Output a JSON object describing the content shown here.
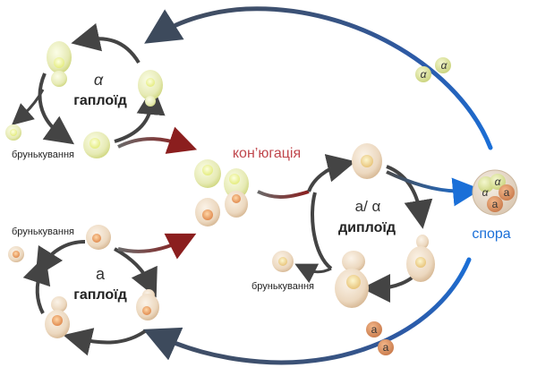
{
  "colors": {
    "alpha_cell": "#e6eab4",
    "alpha_cell_dark": "#cdd57a",
    "alpha_nucleus": "#f2f6b8",
    "a_cell": "#ecd8bf",
    "a_cell_dark": "#d4b48f",
    "a_nucleus": "#e9a674",
    "cycle_arrow": "#4a4a4a",
    "conjugation_arrow": "#8b1e1e",
    "spore_arrow_blue": "#1a6fd8",
    "conjugation_text": "#c0464c",
    "spore_text": "#1a6fd8",
    "text": "#222222"
  },
  "labels": {
    "alpha_symbol": "α",
    "alpha_haploid": "гаплоїд",
    "a_symbol": "a",
    "a_haploid": "гаплоїд",
    "diploid_symbol": "a/ α",
    "diploid": "диплоїд",
    "conjugation": "кон’югація",
    "spore": "спора",
    "budding_alpha": "брунькування",
    "budding_a": "брунькування",
    "budding_diploid": "брунькування",
    "spore_alpha_1": "α",
    "spore_alpha_2": "α",
    "spore_a_1": "a",
    "spore_a_2": "a",
    "released_alpha_1": "α",
    "released_alpha_2": "α",
    "released_a_1": "a",
    "released_a_2": "a"
  }
}
